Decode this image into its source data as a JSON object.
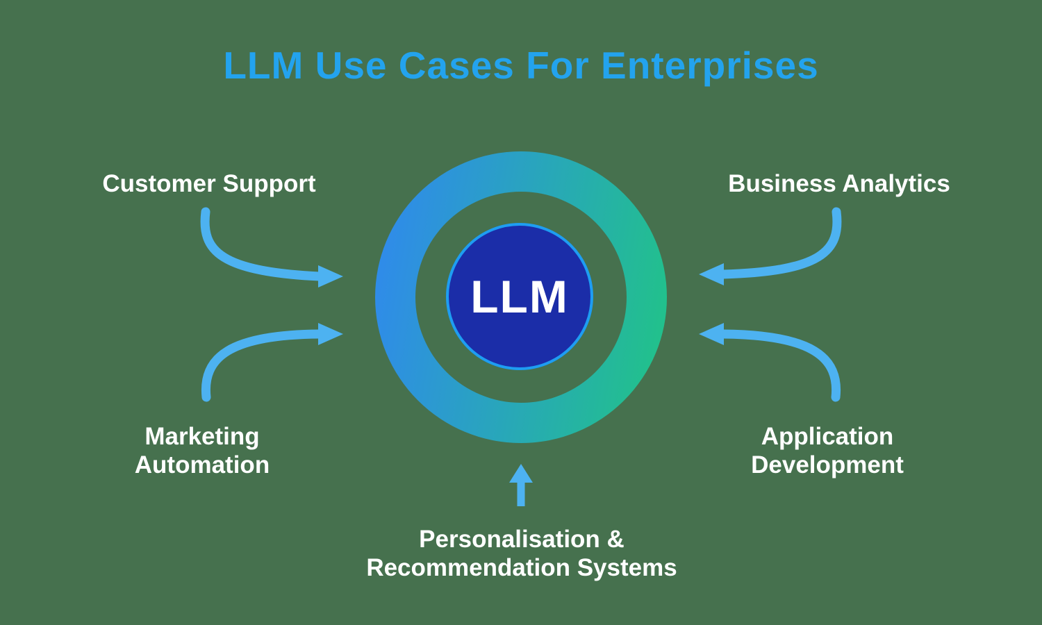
{
  "title": {
    "text": "LLM Use Cases For Enterprises"
  },
  "center": {
    "label": "LLM"
  },
  "use_cases": [
    {
      "id": "customer-support",
      "label": "Customer Support",
      "position": "top-left"
    },
    {
      "id": "business-analytics",
      "label": "Business Analytics",
      "position": "top-right"
    },
    {
      "id": "marketing-automation",
      "label": "Marketing Automation",
      "position": "bottom-left"
    },
    {
      "id": "application-development",
      "label": "Application Development",
      "position": "bottom-right"
    },
    {
      "id": "personalisation-recommendation-systems",
      "label": "Personalisation & Recommendation Systems",
      "position": "bottom-center"
    }
  ],
  "colors": {
    "background": "#46714e",
    "title": "#23a3ee",
    "arrow": "#4db2f1",
    "ringBlue": "#2f8ce8",
    "ringGreen": "#22c08d",
    "circleFill": "#1b2da8",
    "circleBorder": "#1e9df2",
    "label": "#ffffff"
  }
}
